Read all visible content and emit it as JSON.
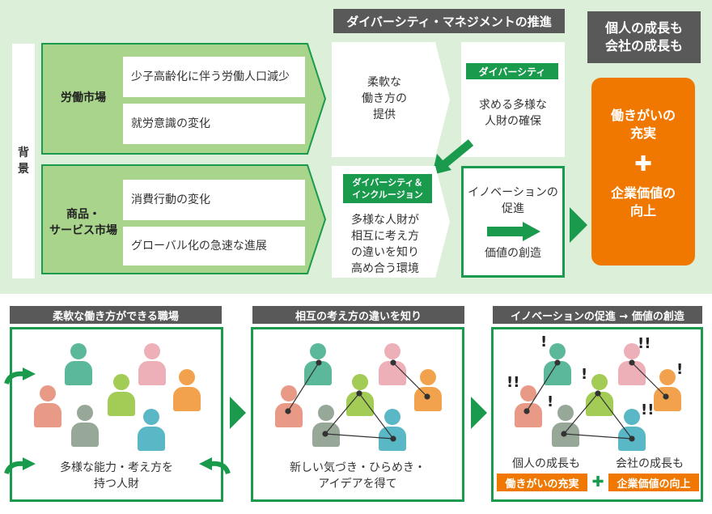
{
  "header": {
    "title": "ダイバーシティ・マネジメントの推進",
    "goal_line1": "個人の成長も",
    "goal_line2": "会社の成長も"
  },
  "background": {
    "label_line1": "背",
    "label_line2": "景",
    "labor_market": {
      "label": "労働市場",
      "items": [
        "少子高齢化に伴う労働人口減少",
        "就労意識の変化"
      ]
    },
    "goods_market": {
      "label_line1": "商品・",
      "label_line2": "サービス市場",
      "items": [
        "消費行動の変化",
        "グローバル化の急速な進展"
      ]
    }
  },
  "flow": {
    "flexible_line1": "柔軟な",
    "flexible_line2": "働き方の",
    "flexible_line3": "提供",
    "diversity_tag": "ダイバーシティ",
    "diverse_line1": "求める多様な",
    "diverse_line2": "人財の確保",
    "inclusion_tag_line1": "ダイバーシティ＆",
    "inclusion_tag_line2": "インクルージョン",
    "env_line1": "多様な人財が",
    "env_line2": "相互に考え方",
    "env_line3": "の違いを知り",
    "env_line4": "高め合う環境",
    "innov_line1": "イノベーションの",
    "innov_line2": "促進",
    "value_creation": "価値の創造",
    "result_line1": "働きがいの",
    "result_line2": "充実",
    "plus": "✚",
    "result_line3": "企業価値の",
    "result_line4": "向上"
  },
  "panels": [
    {
      "title": "柔軟な働き方ができる職場",
      "caption_line1": "多様な能力・考え方を",
      "caption_line2": "持つ人財"
    },
    {
      "title": "相互の考え方の違いを知り",
      "caption_line1": "新しい気づき・ひらめき・",
      "caption_line2": "アイデアを得て"
    },
    {
      "title": "イノベーションの促進 → 価値の創造",
      "label_left": "個人の成長も",
      "label_right": "会社の成長も",
      "result_left": "働きがいの充実",
      "plus": "✚",
      "result_right": "企業価値の向上"
    }
  ],
  "colors": {
    "green": "#1a9a4d",
    "light_green": "#a8d48c",
    "orange": "#f07800",
    "gray": "#595959",
    "bg": "#dcefd8"
  }
}
